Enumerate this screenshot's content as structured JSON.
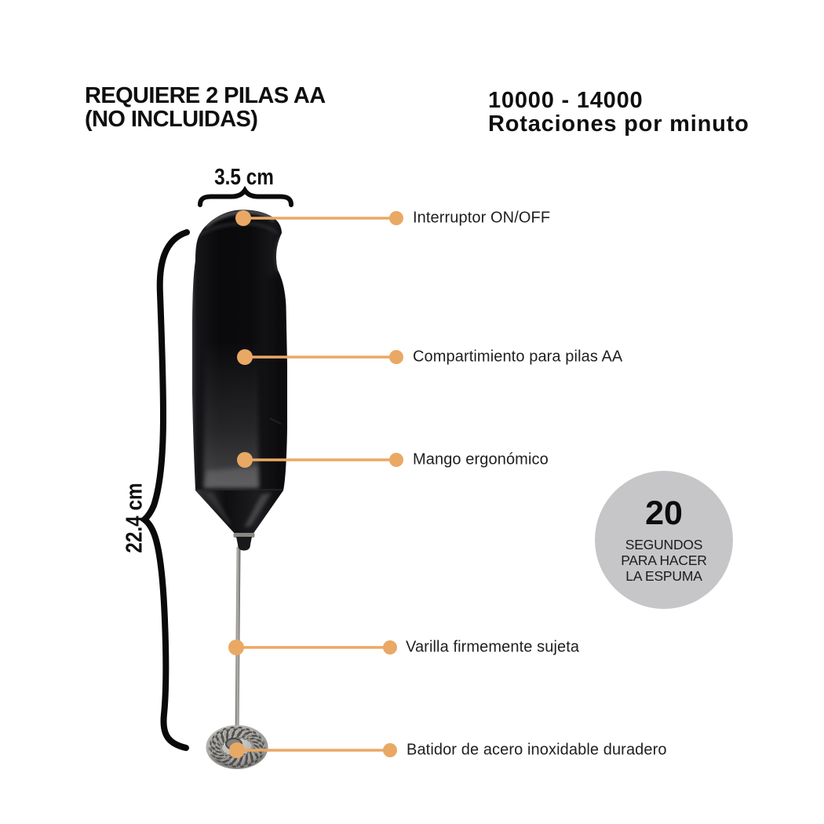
{
  "headings": {
    "battery_note": {
      "line1": "REQUIERE 2 PILAS AA",
      "line2": "(NO INCLUIDAS)"
    },
    "rpm": {
      "line1": "10000 - 14000",
      "line2": "Rotaciones por minuto"
    }
  },
  "measurements": {
    "width": "3.5 cm",
    "height": "22.4 cm"
  },
  "callouts": [
    {
      "label": "Interruptor ON/OFF"
    },
    {
      "label": "Compartimiento para pilas AA"
    },
    {
      "label": "Mango ergonómico"
    },
    {
      "label": "Varilla firmemente sujeta"
    },
    {
      "label": "Batidor de acero inoxidable duradero"
    }
  ],
  "badge": {
    "number": "20",
    "line1": "SEGUNDOS",
    "line2": "PARA HACER",
    "line3": "LA ESPUMA"
  },
  "colors": {
    "accent": "#EAA865",
    "badge_bg": "#C6C5C7",
    "text": "#161616"
  }
}
